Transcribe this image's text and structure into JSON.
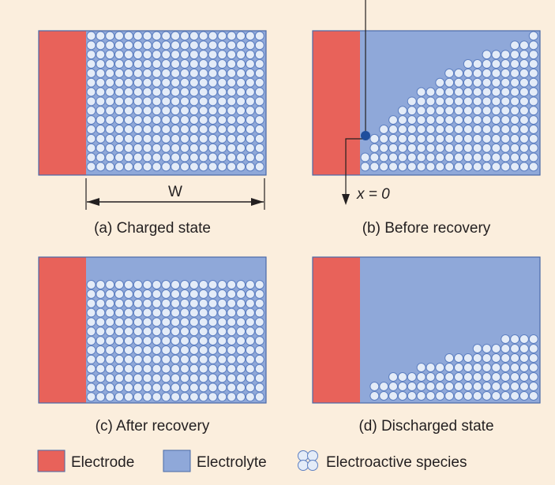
{
  "panels": [
    {
      "id": "a",
      "caption": "(a) Charged state",
      "dimension_label": "W"
    },
    {
      "id": "b",
      "caption": "(b) Before recovery",
      "position_label": "x = 0"
    },
    {
      "id": "c",
      "caption": "(c) After recovery"
    },
    {
      "id": "d",
      "caption": "(d) Discharged state"
    }
  ],
  "legend": {
    "electrode": "Electrode",
    "electrolyte": "Electrolyte",
    "species": "Electroactive species"
  },
  "colors": {
    "background": "#fbeedd",
    "electrode": "#e8625a",
    "electrolyte": "#8fa8d9",
    "species_fill": "#e4ecf8",
    "species_stroke": "#5d7fc1",
    "border": "#4a6aa8",
    "line": "#231f20",
    "marker": "#1f4e9c"
  }
}
